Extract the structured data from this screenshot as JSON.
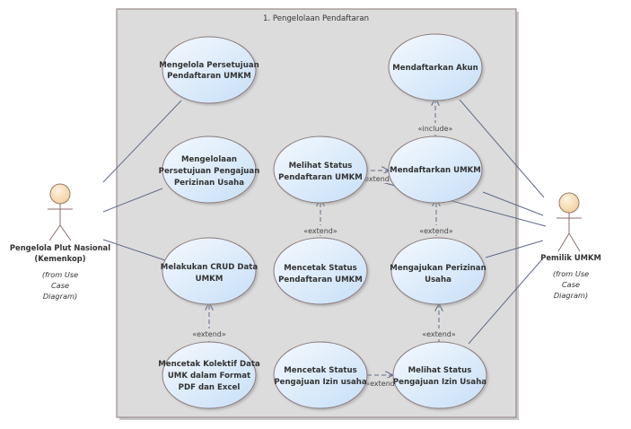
{
  "boundary": {
    "title": "1. Pengelolaan Pendaftaran"
  },
  "actors": {
    "pengelola": {
      "name_lines": [
        "Pengelola Plut Nasional",
        "(Kemenkop)"
      ],
      "from_lines": [
        "(from Use",
        "Case",
        "Diagram)"
      ]
    },
    "pemilik": {
      "name_lines": [
        "Pemilik UMKM"
      ],
      "from_lines": [
        "(from Use",
        "Case",
        "Diagram)"
      ]
    }
  },
  "use_cases": {
    "mengelola_persetujuan_pendaftaran": [
      "Mengelola Persetujuan",
      "Pendaftaran UMKM"
    ],
    "mengelolaan_persetujuan_pengajuan": [
      "Mengelolaan",
      "Persetujuan Pengajuan",
      "Perizinan Usaha"
    ],
    "melakukan_crud": [
      "Melakukan CRUD Data",
      "UMKM"
    ],
    "mencetak_kolektif": [
      "Mencetak Kolektif Data",
      "UMK dalam Format",
      "PDF dan Excel"
    ],
    "melihat_status_pendaftaran": [
      "Melihat Status",
      "Pendaftaran UMKM"
    ],
    "mencetak_status_pendaftaran": [
      "Mencetak Status",
      "Pendaftaran UMKM"
    ],
    "mencetak_status_pengajuan": [
      "Mencetak Status",
      "Pengajuan Izin usaha"
    ],
    "mendaftarkan_akun": [
      "Mendaftarkan Akun"
    ],
    "mendaftarkan_umkm": [
      "Mendaftarkan UMKM"
    ],
    "mengajukan_perizinan": [
      "Mengajukan Perizinan",
      "Usaha"
    ],
    "melihat_status_pengajuan": [
      "Melihat Status",
      "Pengajuan Izin Usaha"
    ]
  },
  "stereotypes": {
    "include": "«include»",
    "extend": "«extend»"
  },
  "colors": {
    "boundary_fill": "#dcdcdc",
    "boundary_border": "#9b8a8a",
    "usecase_fill_light": "#f2f7fd",
    "usecase_fill_dark": "#c9e1f8",
    "usecase_border": "#8c7a7a",
    "actor_head": "#f8d8a8",
    "line": "#5f6a88"
  }
}
